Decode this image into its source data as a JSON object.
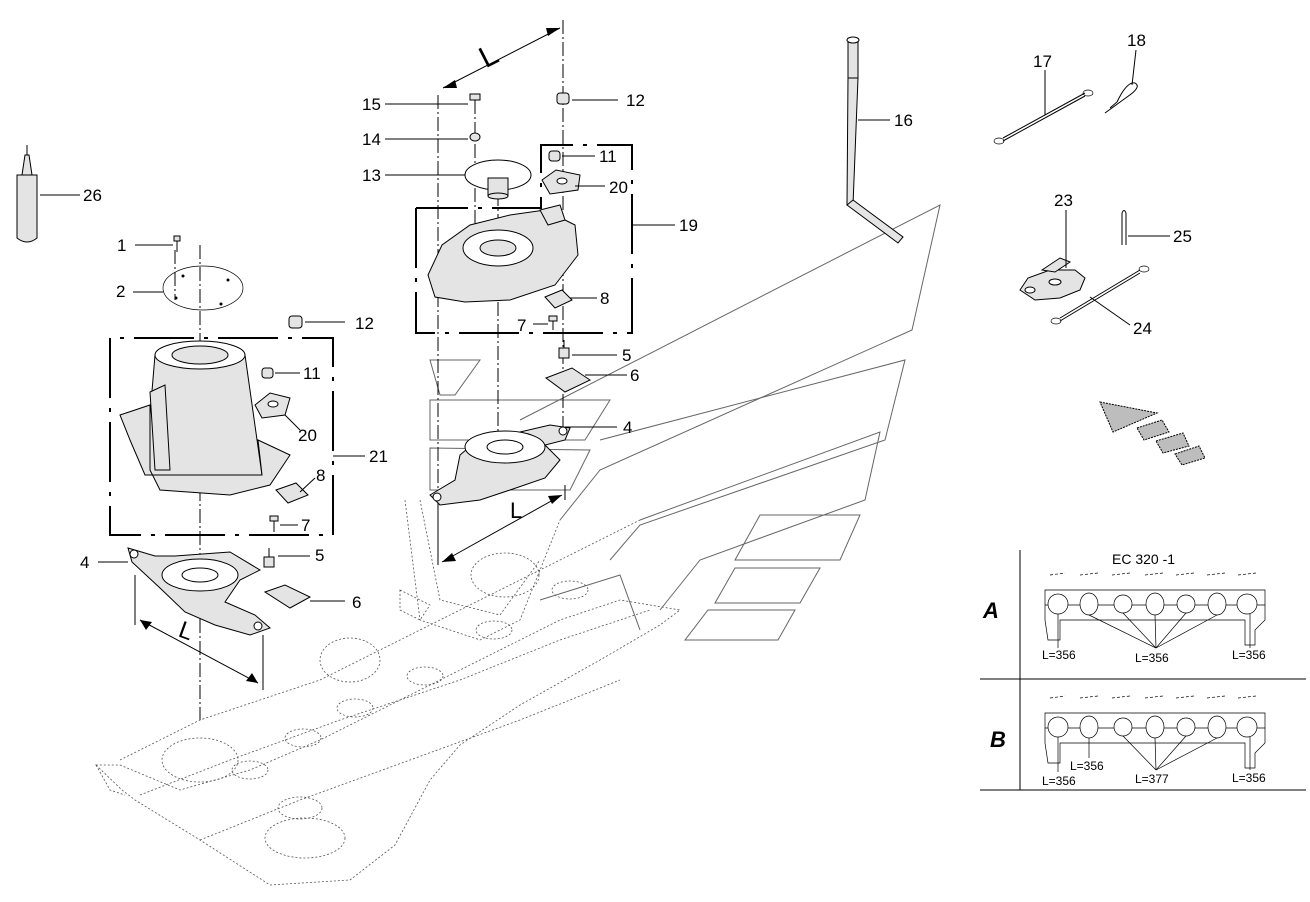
{
  "callouts": [
    {
      "id": "c1",
      "label": "1"
    },
    {
      "id": "c2",
      "label": "2"
    },
    {
      "id": "c4a",
      "label": "4"
    },
    {
      "id": "c4b",
      "label": "4"
    },
    {
      "id": "c5a",
      "label": "5"
    },
    {
      "id": "c5b",
      "label": "5"
    },
    {
      "id": "c6a",
      "label": "6"
    },
    {
      "id": "c6b",
      "label": "6"
    },
    {
      "id": "c7a",
      "label": "7"
    },
    {
      "id": "c7b",
      "label": "7"
    },
    {
      "id": "c8a",
      "label": "8"
    },
    {
      "id": "c8b",
      "label": "8"
    },
    {
      "id": "c11a",
      "label": "11"
    },
    {
      "id": "c11b",
      "label": "11"
    },
    {
      "id": "c12a",
      "label": "12"
    },
    {
      "id": "c12b",
      "label": "12"
    },
    {
      "id": "c13",
      "label": "13"
    },
    {
      "id": "c14",
      "label": "14"
    },
    {
      "id": "c15",
      "label": "15"
    },
    {
      "id": "c16",
      "label": "16"
    },
    {
      "id": "c17",
      "label": "17"
    },
    {
      "id": "c18",
      "label": "18"
    },
    {
      "id": "c19",
      "label": "19"
    },
    {
      "id": "c20a",
      "label": "20"
    },
    {
      "id": "c20b",
      "label": "20"
    },
    {
      "id": "c21",
      "label": "21"
    },
    {
      "id": "c23",
      "label": "23"
    },
    {
      "id": "c24",
      "label": "24"
    },
    {
      "id": "c25",
      "label": "25"
    },
    {
      "id": "c26",
      "label": "26"
    }
  ],
  "dimension_label": "L",
  "spacing_table": {
    "title": "EC 320 -1",
    "rows": [
      {
        "letter": "A",
        "values": [
          "L=356",
          "L=356",
          "L=356"
        ]
      },
      {
        "letter": "B",
        "values": [
          "L=356",
          "L=356",
          "L=377",
          "L=356"
        ]
      }
    ]
  },
  "icons": [
    "direction-arrow-icon"
  ]
}
